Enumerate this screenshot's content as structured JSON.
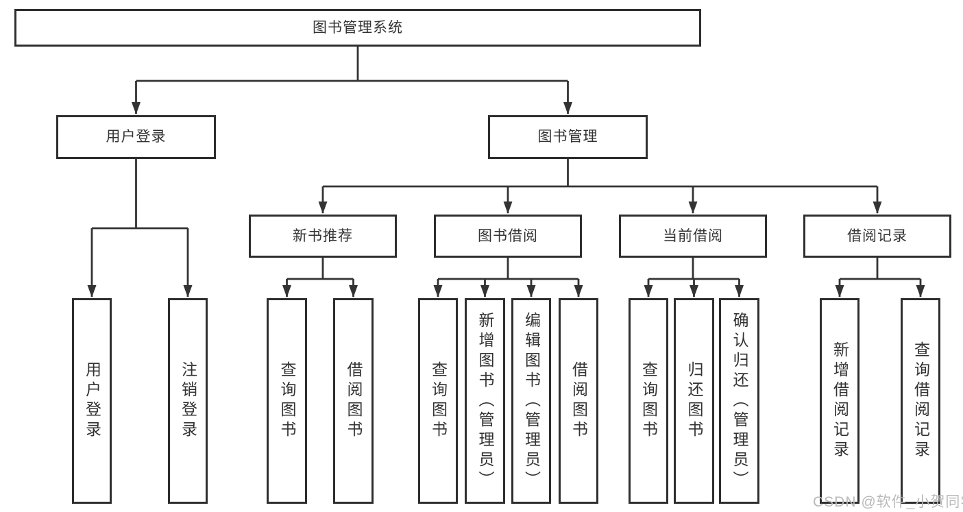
{
  "diagram_title": "图书管理系统",
  "tree": {
    "label": "图书管理系统",
    "children": [
      {
        "label": "用户登录",
        "children": [
          {
            "label": "用户登录"
          },
          {
            "label": "注销登录"
          }
        ]
      },
      {
        "label": "图书管理",
        "children": [
          {
            "label": "新书推荐",
            "children": [
              {
                "label": "查询图书"
              },
              {
                "label": "借阅图书"
              }
            ]
          },
          {
            "label": "图书借阅",
            "children": [
              {
                "label": "查询图书"
              },
              {
                "label": "新增图书（管理员）"
              },
              {
                "label": "编辑图书（管理员）"
              },
              {
                "label": "借阅图书"
              }
            ]
          },
          {
            "label": "当前借阅",
            "children": [
              {
                "label": "查询图书"
              },
              {
                "label": "归还图书"
              },
              {
                "label": "确认归还（管理员）"
              }
            ]
          },
          {
            "label": "借阅记录",
            "children": [
              {
                "label": "新增借阅记录"
              },
              {
                "label": "查询借阅记录"
              }
            ]
          }
        ]
      }
    ]
  },
  "watermark": {
    "text": "CSDN @软件_小贺同学"
  },
  "colors": {
    "background": "#ffffff",
    "box_border": "#2e2e2e",
    "line": "#333333",
    "text": "#333333",
    "watermark": "#b9b9b9"
  }
}
